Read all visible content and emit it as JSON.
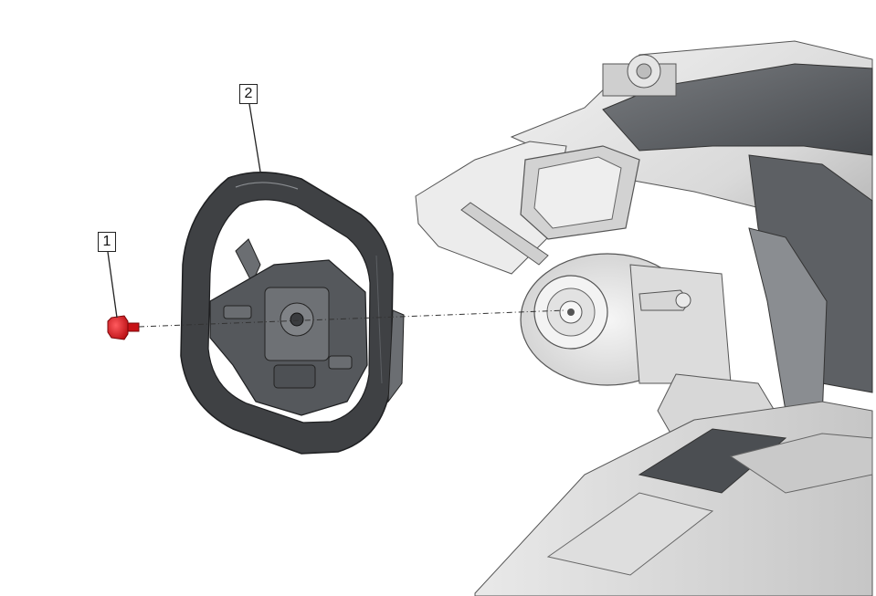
{
  "callouts": [
    {
      "id": "1",
      "label": "1",
      "part": "steering-wheel-bolt"
    },
    {
      "id": "2",
      "label": "2",
      "part": "steering-wheel"
    }
  ],
  "colors": {
    "bolt": "#e0161b",
    "wheel_dark": "#3f4144",
    "wheel_mid": "#6b6e72",
    "dash_light": "#e6e6e6",
    "dash_mid": "#bdbdbd",
    "dash_dark": "#5a5d61",
    "leader": "#222222"
  }
}
